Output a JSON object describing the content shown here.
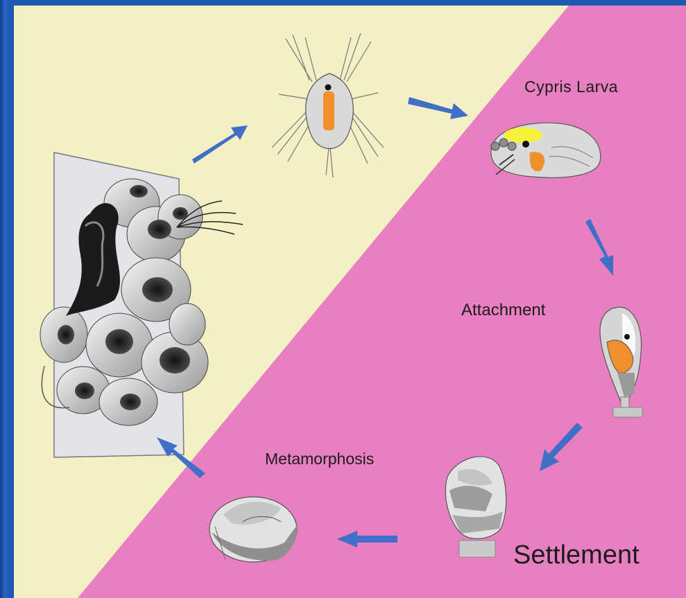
{
  "slide": {
    "background_color": "#1f57b3",
    "left_region_color": "#f2f0c4",
    "right_region_color": "#e77fc1",
    "arrow_color": "#3f6fc7"
  },
  "labels": {
    "cypris_larva": "Cypris  Larva",
    "attachment": "Attachment",
    "metamorphosis": "Metamorphosis",
    "settlement": "Settlement"
  },
  "stages": [
    {
      "name": "adult-barnacle-colony",
      "icon": "barnacle-colony-illustration"
    },
    {
      "name": "nauplius-larva",
      "icon": "nauplius-larva-illustration"
    },
    {
      "name": "cypris-larva",
      "icon": "cypris-larva-illustration"
    },
    {
      "name": "attachment",
      "icon": "attached-cyprid-illustration"
    },
    {
      "name": "settlement",
      "icon": "settled-cyprid-illustration"
    },
    {
      "name": "metamorphosis",
      "icon": "juvenile-barnacle-illustration"
    }
  ]
}
